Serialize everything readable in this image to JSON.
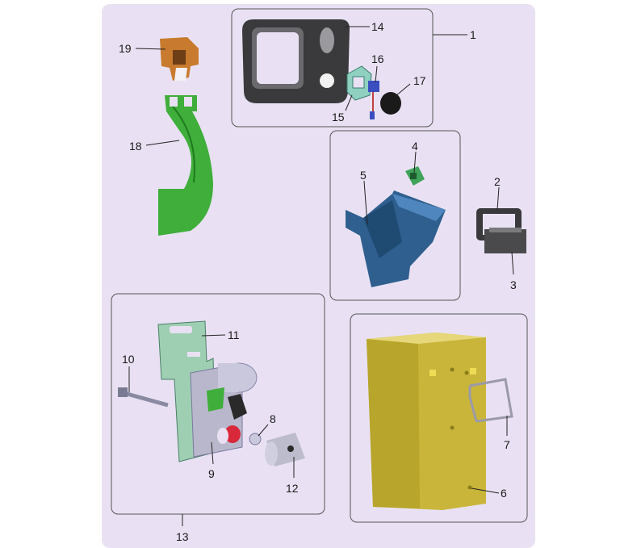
{
  "parts": {
    "p1": "1",
    "p2": "2",
    "p3": "3",
    "p4": "4",
    "p5": "5",
    "p6": "6",
    "p7": "7",
    "p8": "8",
    "p9": "9",
    "p10": "10",
    "p11": "11",
    "p12": "12",
    "p13": "13",
    "p14": "14",
    "p15": "15",
    "p16": "16",
    "p17": "17",
    "p18": "18",
    "p19": "19"
  },
  "colors": {
    "background_panel": "#e9e1f3",
    "frame_dark": "#3a3a3c",
    "duct_blue": "#2f5f8f",
    "container_yellow": "#c9b53a",
    "bracket_green": "#3fae3a",
    "clip_orange": "#c87a2e",
    "plate_mint": "#9fcfb3",
    "lock_grey": "#b9b7cc",
    "knob_red": "#d8283a"
  }
}
